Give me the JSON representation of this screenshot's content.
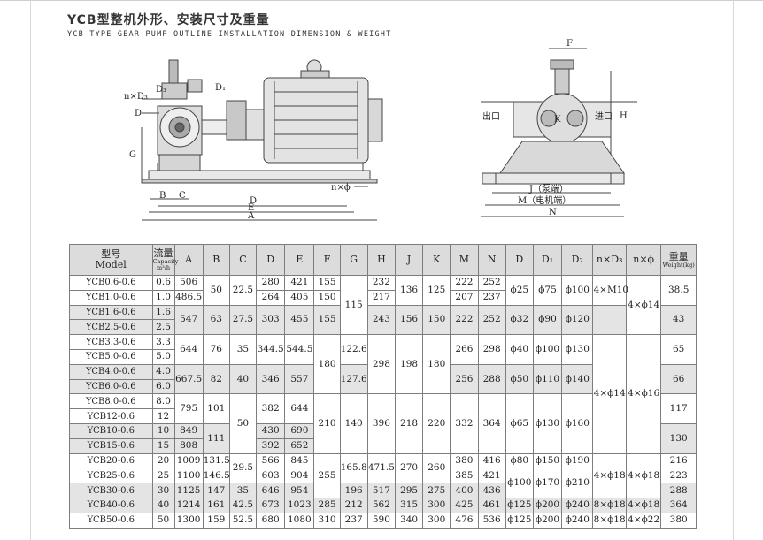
{
  "title_cn": "YCB型整机外形、安装尺寸及重量",
  "title_en": "YCB TYPE GEAR PUMP OUTLINE INSTALLATION DIMENSION & WEIGHT",
  "drawing_left": {
    "n_d3": "n×D₃",
    "d3": "D₃",
    "d1": "D₁",
    "d": "D",
    "g": "G",
    "b": "B",
    "c": "C",
    "d_dim": "D",
    "e": "E",
    "a": "A",
    "n_phi": "n×ϕ"
  },
  "drawing_right": {
    "f": "F",
    "k": "K",
    "h": "H",
    "outlet": "出口",
    "inlet": "进口",
    "j": "J（泵端）",
    "m": "M（电机端）",
    "n": "N"
  },
  "table": {
    "headers": {
      "model": "型号",
      "model_en": "Model",
      "flow": "流量",
      "capacity": "Capacity",
      "flow_unit": "m³/h",
      "a": "A",
      "b": "B",
      "c": "C",
      "d": "D",
      "e": "E",
      "f": "F",
      "g": "G",
      "h": "H",
      "j": "J",
      "k": "K",
      "m": "M",
      "n": "N",
      "dd": "D",
      "d1": "D₁",
      "d2": "D₂",
      "nd3": "n×D₃",
      "nphi": "n×ϕ",
      "weight": "重量",
      "weight_en": "Weight(kg)"
    },
    "rows": [
      {
        "model": "YCB0.6-0.6",
        "flow": "0.6",
        "a": "506",
        "d": "280",
        "e": "421",
        "f": "155",
        "h": "232",
        "m": "222",
        "n": "252"
      },
      {
        "model": "YCB1.0-0.6",
        "flow": "1.0",
        "a": "486.5",
        "d": "264",
        "e": "405",
        "f": "150",
        "h": "217",
        "m": "207",
        "n": "237"
      },
      {
        "model": "YCB1.6-0.6",
        "flow": "1.6"
      },
      {
        "model": "YCB2.5-0.6",
        "flow": "2.5"
      },
      {
        "model": "YCB3.3-0.6",
        "flow": "3.3"
      },
      {
        "model": "YCB5.0-0.6",
        "flow": "5.0"
      },
      {
        "model": "YCB4.0-0.6",
        "flow": "4.0"
      },
      {
        "model": "YCB6.0-0.6",
        "flow": "6.0"
      },
      {
        "model": "YCB8.0-0.6",
        "flow": "8.0"
      },
      {
        "model": "YCB12-0.6",
        "flow": "12",
        "d": "",
        "e": ""
      },
      {
        "model": "YCB10-0.6",
        "flow": "10",
        "a": "849",
        "d": "430",
        "e": "690"
      },
      {
        "model": "YCB15-0.6",
        "flow": "15",
        "a": "808",
        "d": "392",
        "e": "652"
      },
      {
        "model": "YCB20-0.6",
        "flow": "20",
        "a": "1009",
        "b": "131.5",
        "d": "566",
        "e": "845",
        "m": "380",
        "n": "416",
        "dd": "ϕ80",
        "d1": "ϕ150",
        "d2": "ϕ190",
        "w": "216"
      },
      {
        "model": "YCB25-0.6",
        "flow": "25",
        "a": "1100",
        "b": "146.5",
        "d": "603",
        "e": "904",
        "m": "385",
        "n": "421",
        "w": "223"
      },
      {
        "model": "YCB30-0.6",
        "flow": "30",
        "a": "1125",
        "b": "147",
        "c": "35",
        "d": "646",
        "e": "954",
        "g": "196",
        "h": "517",
        "j": "295",
        "k": "275",
        "m": "400",
        "n": "436",
        "w": "288"
      },
      {
        "model": "YCB40-0.6",
        "flow": "40",
        "a": "1214",
        "b": "161",
        "c": "42.5",
        "d": "673",
        "e": "1023",
        "f": "285",
        "g": "212",
        "h": "562",
        "j": "315",
        "k": "300",
        "m": "425",
        "n": "461",
        "dd": "ϕ125",
        "d1": "ϕ200",
        "d2": "ϕ240",
        "nd3": "8×ϕ18",
        "nphi": "4×ϕ18",
        "w": "364"
      },
      {
        "model": "YCB50-0.6",
        "flow": "50",
        "a": "1300",
        "b": "159",
        "c": "52.5",
        "d": "680",
        "e": "1080",
        "f": "310",
        "g": "237",
        "h": "590",
        "j": "340",
        "k": "300",
        "m": "476",
        "n": "536",
        "dd": "ϕ125",
        "d1": "ϕ200",
        "d2": "ϕ240",
        "nd3": "8×ϕ18",
        "nphi": "4×ϕ22",
        "w": "380"
      }
    ],
    "merged": {
      "b_0_1": "50",
      "c_0_1": "22.5",
      "g_0_3": "115",
      "j_0_1": "136",
      "k_0_1": "125",
      "dd_0_1": "ϕ25",
      "d1_0_1": "ϕ75",
      "d2_0_1": "ϕ100",
      "nd3_0_1": "4×M10",
      "nphi_0_3": "4×ϕ14",
      "w_0_1": "38.5",
      "a_2_3": "547",
      "b_2_3": "63",
      "c_2_3": "27.5",
      "d_2_3": "303",
      "e_2_3": "455",
      "f_2_3": "155",
      "h_2_3": "243",
      "j_2_3": "156",
      "k_2_3": "150",
      "m_2_3": "222",
      "n_2_3": "252",
      "dd_2_3": "ϕ32",
      "d1_2_3": "ϕ90",
      "d2_2_3": "ϕ120",
      "w_2_3": "43",
      "a_4_5": "644",
      "b_4_5": "76",
      "c_4_5": "35",
      "d_4_5": "344.5",
      "e_4_5": "544.5",
      "f_4_7": "180",
      "g_4_5": "122.6",
      "h_4_7": "298",
      "j_4_7": "198",
      "k_4_7": "180",
      "m_4_5": "266",
      "n_4_5": "298",
      "dd_4_5": "ϕ40",
      "d1_4_5": "ϕ100",
      "d2_4_5": "ϕ130",
      "w_4_5": "65",
      "a_6_7": "667.5",
      "b_6_7": "82",
      "c_6_7": "40",
      "d_6_7": "346",
      "e_6_7": "557",
      "g_6_7": "127.6",
      "m_6_7": "256",
      "n_6_7": "288",
      "dd_6_7": "ϕ50",
      "d1_6_7": "ϕ110",
      "d2_6_7": "ϕ140",
      "nd3_4_11": "4×ϕ14",
      "nphi_4_11": "4×ϕ16",
      "w_6_7": "66",
      "a_8_9": "795",
      "b_8_9": "101",
      "c_8_11": "50",
      "d_8_9": "382",
      "e_8_9": "644",
      "f_8_11": "210",
      "g_8_11": "140",
      "h_8_11": "396",
      "j_8_11": "218",
      "k_8_11": "220",
      "m_8_11": "332",
      "n_8_11": "364",
      "dd_8_11": "ϕ65",
      "d1_8_11": "ϕ130",
      "d2_8_11": "ϕ160",
      "w_8_9": "117",
      "b_10_11": "111",
      "w_10_11": "130",
      "c_12_13": "29.5",
      "f_12_14": "255",
      "g_12_13": "165.8",
      "h_12_13": "471.5",
      "j_12_13": "270",
      "k_12_13": "260",
      "dd_13_14": "ϕ100",
      "d1_13_14": "ϕ170",
      "d2_13_14": "ϕ210",
      "nd3_12_14": "4×ϕ18",
      "nphi_12_14": "4×ϕ18"
    }
  }
}
